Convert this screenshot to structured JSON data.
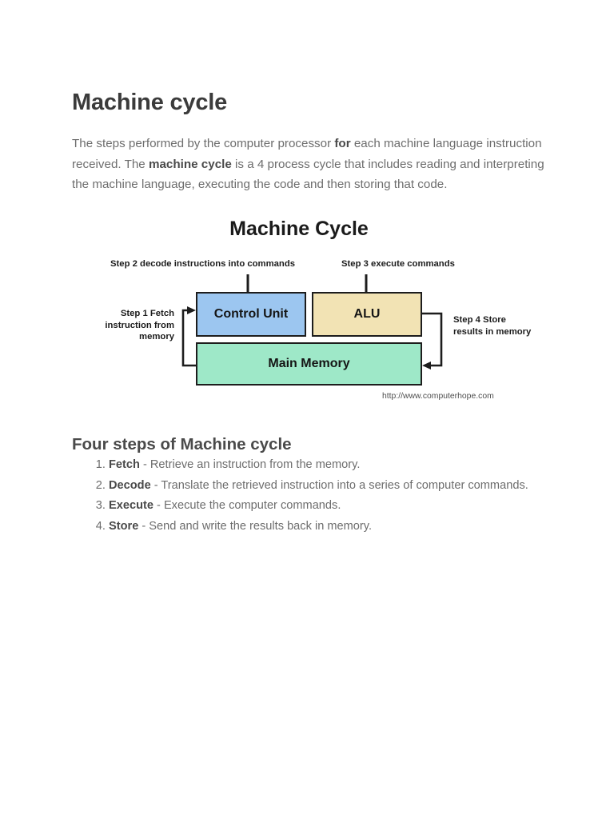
{
  "document": {
    "title": "Machine cycle",
    "intro": {
      "part1": "The steps performed by the computer processor ",
      "bold1": "for",
      "part2": " each machine language instruction received. The ",
      "bold2": "machine cycle",
      "part3": " is a 4 process cycle that includes reading and interpreting the machine language, executing the code and then storing that code."
    },
    "section_heading": "Four steps of Machine cycle"
  },
  "diagram": {
    "title": "Machine Cycle",
    "labels": {
      "step2": "Step 2 decode instructions into commands",
      "step3": "Step 3 execute commands",
      "step1": "Step 1 Fetch instruction from memory",
      "step4": "Step 4 Store results in memory"
    },
    "boxes": {
      "control_unit": "Control Unit",
      "alu": "ALU",
      "main_memory": "Main Memory"
    },
    "watermark": "http://www.computerhope.com",
    "colors": {
      "control_unit_fill": "#9cc6f0",
      "alu_fill": "#f2e3b4",
      "main_memory_fill": "#9ee8c8",
      "stroke": "#1d1d1d"
    }
  },
  "steps": [
    {
      "number": "1.",
      "term": "Fetch",
      "desc": " - Retrieve an instruction from the memory."
    },
    {
      "number": "2.",
      "term": "Decode",
      "desc": " - Translate the retrieved instruction into a series of computer commands."
    },
    {
      "number": "3.",
      "term": "Execute",
      "desc": " - Execute the computer commands."
    },
    {
      "number": "4.",
      "term": "Store",
      "desc": " - Send and write the results back in memory."
    }
  ]
}
